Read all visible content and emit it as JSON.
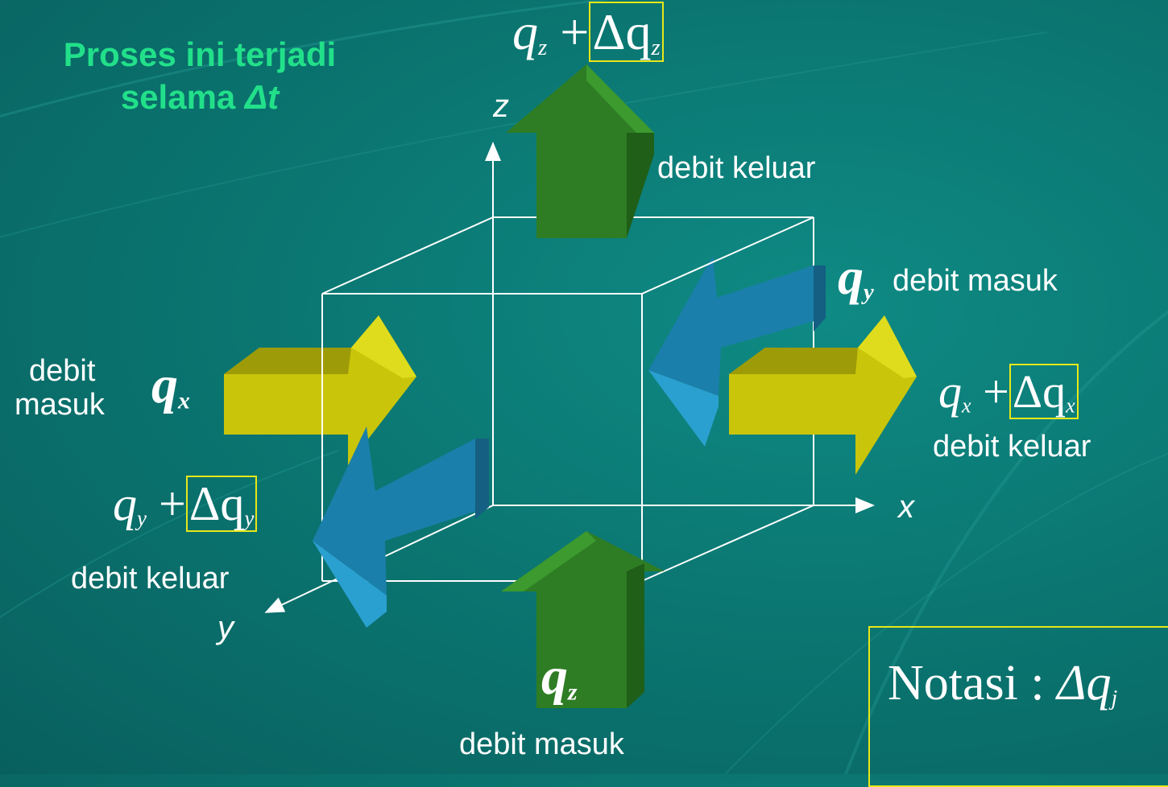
{
  "title": {
    "line1": "Proses ini terjadi",
    "line2_prefix": "selama ",
    "line2_var": "Δt"
  },
  "axes": {
    "x": "x",
    "y": "y",
    "z": "z"
  },
  "flows": {
    "qz_out": {
      "base": "q",
      "sub": "z",
      "plus": "+",
      "delta": "Δq",
      "delta_sub": "z",
      "desc": "debit keluar"
    },
    "qy_in": {
      "sym": "q",
      "sub": "y",
      "desc": "debit masuk"
    },
    "qx_in": {
      "sym": "q",
      "sub": "x",
      "desc_line1": "debit",
      "desc_line2": "masuk"
    },
    "qx_out": {
      "base": "q",
      "sub": "x",
      "plus": "+",
      "delta": "Δq",
      "delta_sub": "x",
      "desc": "debit keluar"
    },
    "qy_out": {
      "base": "q",
      "sub": "y",
      "plus": "+",
      "delta": "Δq",
      "delta_sub": "y",
      "desc": "debit keluar"
    },
    "qz_in": {
      "sym": "q",
      "sub": "z",
      "desc": "debit masuk"
    }
  },
  "notation": {
    "label": "Notasi : ",
    "delta": "Δq",
    "delta_sub": "j"
  },
  "colors": {
    "yellow_arrow": "#c9c50a",
    "blue_arrow": "#1a7faa",
    "green_arrow": "#2e7d24",
    "title": "#22e08a",
    "highlight_box": "#e8e818"
  }
}
